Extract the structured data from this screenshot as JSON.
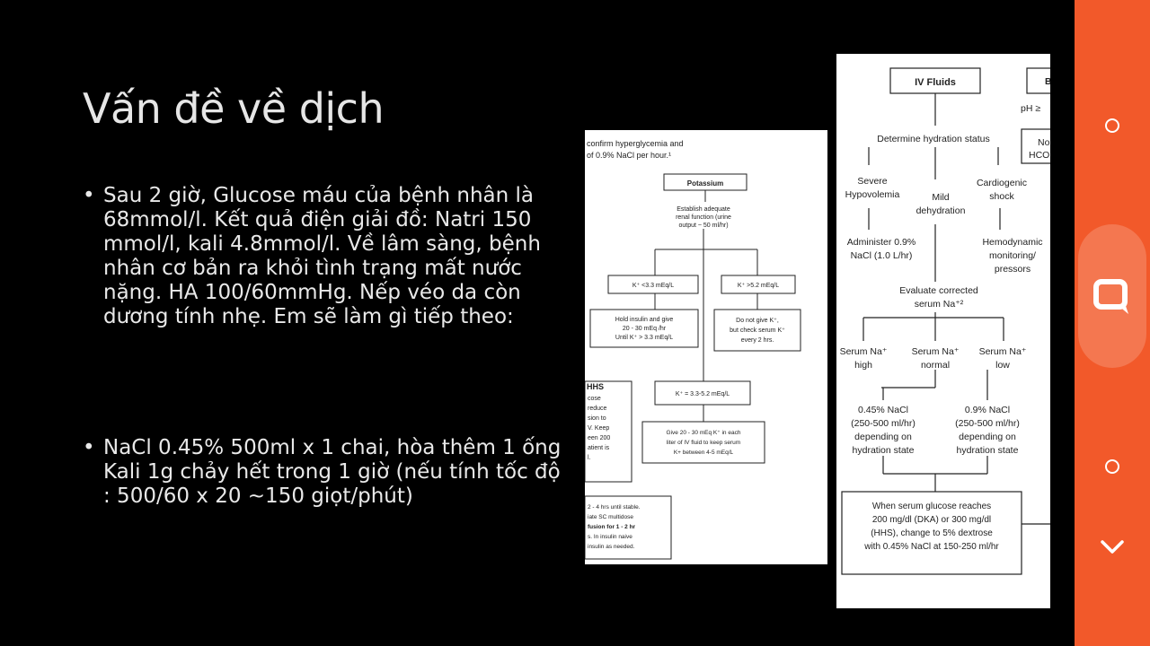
{
  "slide": {
    "title": "Vấn đề về dịch",
    "bullets": [
      "Sau 2 giờ, Glucose máu của bệnh nhân là 68mmol/l. Kết quả điện giải đồ: Natri 150 mmol/l, kali 4.8mmol/l. Về lâm sàng, bệnh nhân cơ bản ra khỏi tình trạng mất nước nặng. HA 100/60mmHg. Nếp véo da còn dương tính nhẹ. Em sẽ làm gì tiếp theo:",
      "NaCl 0.45% 500ml x 1 chai, hòa thêm 1 ống Kali 1g chảy hết trong 1 giờ (nếu tính tốc độ : 500/60 x 20 ~150 giọt/phút)"
    ]
  },
  "flowchart_left": {
    "header_line1": "confirm hyperglycemia and",
    "header_line2": "of 0.9% NaCl per hour.¹",
    "potassium": "Potassium",
    "establish_1": "Establish adequate",
    "establish_2": "renal function (urine",
    "establish_3": "output ~ 50 ml/hr)",
    "k_low": "K⁺ <3.3 mEq/L",
    "k_high": "K⁺ >5.2 mEq/L",
    "hold_1": "Hold insulin and give",
    "hold_2": "20 - 30 mEq /hr",
    "hold_3": "Until K⁺ > 3.3 mEq/L",
    "donot_1": "Do not give K⁺,",
    "donot_2": "but check serum K⁺",
    "donot_3": "every 2 hrs.",
    "hhs_label": "HHS",
    "k_mid": "K⁺ = 3.3-5.2 mEq/L",
    "give_1": "Give 20 - 30 mEq K⁺ in each",
    "give_2": "liter of IV fluid to keep serum",
    "give_3": "K+ between 4-5 mEq/L",
    "frag_1": "cose",
    "frag_2": "reduce",
    "frag_3": "sion to",
    "frag_4": "V. Keep",
    "frag_5": "een 200",
    "frag_6": "atient is",
    "frag_7": "l.",
    "bottom_1": "2 - 4 hrs until stable.",
    "bottom_2": "iate SC multidose",
    "bottom_3": "fusion for 1 - 2 hr",
    "bottom_4": "s. In insulin naive",
    "bottom_5": "insulin as needed."
  },
  "flowchart_right": {
    "iv_fluids": "IV Fluids",
    "frag_b": "B",
    "frag_ph": "pH ≥",
    "frag_no": "No",
    "frag_hco": "HCO",
    "determine": "Determine hydration status",
    "severe_1": "Severe",
    "severe_2": "Hypovolemia",
    "mild_1": "Mild",
    "mild_2": "dehydration",
    "cardio_1": "Cardiogenic",
    "cardio_2": "shock",
    "admin_1": "Administer 0.9%",
    "admin_2": "NaCl (1.0 L/hr)",
    "hemo_1": "Hemodynamic",
    "hemo_2": "monitoring/",
    "hemo_3": "pressors",
    "eval_1": "Evaluate corrected",
    "eval_2": "serum Na⁺²",
    "na_high_1": "Serum Na⁺",
    "na_high_2": "high",
    "na_normal_1": "Serum Na⁺",
    "na_normal_2": "normal",
    "na_low_1": "Serum Na⁺",
    "na_low_2": "low",
    "l045_1": "0.45% NaCl",
    "l045_2": "(250-500 ml/hr)",
    "l045_3": "depending on",
    "l045_4": "hydration state",
    "l09_1": "0.9% NaCl",
    "l09_2": "(250-500 ml/hr)",
    "l09_3": "depending on",
    "l09_4": "hydration state",
    "when_1": "When serum glucose  reaches",
    "when_2": "200 mg/dl (DKA) or 300 mg/dl",
    "when_3": "(HHS), change to 5% dextrose",
    "when_4": "with 0.45% NaCl at 150-250 ml/hr"
  },
  "sidebar": {
    "icons": [
      "circle-icon",
      "quote-bubble-icon",
      "circle-icon",
      "chevron-down-icon"
    ],
    "color": "#f2592a"
  }
}
